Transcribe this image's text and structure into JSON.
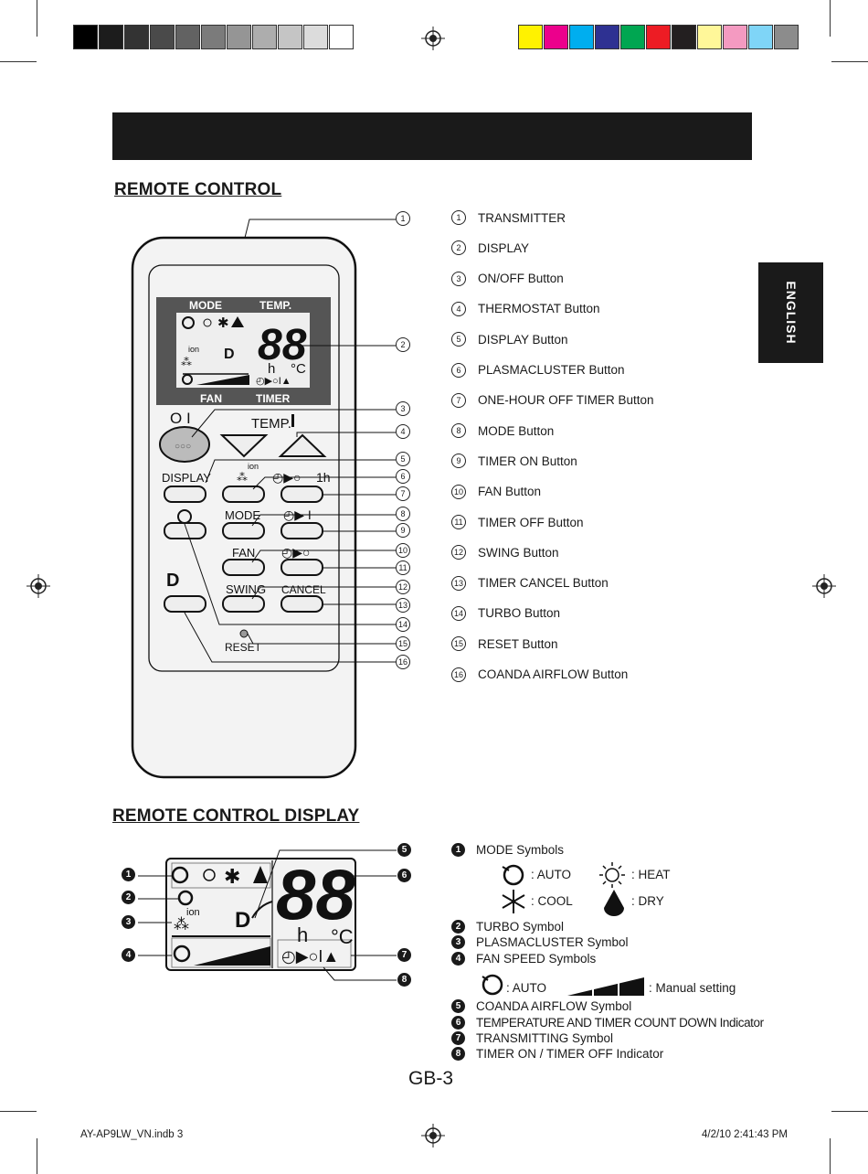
{
  "color_bar_left": [
    "#000000",
    "#1c1c1c",
    "#333333",
    "#4a4a4a",
    "#626262",
    "#7b7b7b",
    "#959595",
    "#adadad",
    "#c5c5c5",
    "#dcdcdc",
    "#ffffff"
  ],
  "color_bar_right": [
    "#fff200",
    "#ec008c",
    "#00aeef",
    "#2e3192",
    "#00a651",
    "#ed1c24",
    "#231f20",
    "#fff799",
    "#f49ac1",
    "#7fd5f7",
    "#8c8c8c"
  ],
  "language_tab": "ENGLISH",
  "section1_title": "REMOTE CONTROL",
  "section2_title": "REMOTE CONTROL DISPLAY",
  "remote": {
    "lcd_mode": "MODE",
    "lcd_temp": "TEMP.",
    "lcd_fan": "FAN",
    "lcd_timer": "TIMER",
    "lcd_digits": "88",
    "lcd_h": "h",
    "lcd_c": "°C",
    "lcd_ion": "ion",
    "onoff": "O I",
    "temp": "TEMP.",
    "display": "DISPLAY",
    "ion": "ion",
    "one_h": "1h",
    "mode": "MODE",
    "fan": "FAN",
    "swing": "SWING",
    "cancel": "CANCEL",
    "reset": "RESET"
  },
  "callout_numbers": [
    "1",
    "2",
    "3",
    "4",
    "5",
    "6",
    "7",
    "8",
    "9",
    "10",
    "11",
    "12",
    "13",
    "14",
    "15",
    "16"
  ],
  "remote_legend": [
    {
      "num": "1",
      "label": "TRANSMITTER"
    },
    {
      "num": "2",
      "label": "DISPLAY"
    },
    {
      "num": "3",
      "label": "ON/OFF Button"
    },
    {
      "num": "4",
      "label": "THERMOSTAT Button"
    },
    {
      "num": "5",
      "label": "DISPLAY Button"
    },
    {
      "num": "6",
      "label": "PLASMACLUSTER Button"
    },
    {
      "num": "7",
      "label": "ONE-HOUR OFF TIMER Button"
    },
    {
      "num": "8",
      "label": "MODE Button"
    },
    {
      "num": "9",
      "label": "TIMER ON Button"
    },
    {
      "num": "10",
      "label": "FAN Button"
    },
    {
      "num": "11",
      "label": "TIMER OFF Button"
    },
    {
      "num": "12",
      "label": "SWING Button"
    },
    {
      "num": "13",
      "label": "TIMER CANCEL Button"
    },
    {
      "num": "14",
      "label": "TURBO Button"
    },
    {
      "num": "15",
      "label": "RESET Button"
    },
    {
      "num": "16",
      "label": "COANDA AIRFLOW Button"
    }
  ],
  "display_callouts": [
    "1",
    "2",
    "3",
    "4",
    "5",
    "6",
    "7",
    "8"
  ],
  "display_legend": [
    {
      "num": "1",
      "label": "MODE Symbols"
    },
    {
      "num": "2",
      "label": "TURBO Symbol"
    },
    {
      "num": "3",
      "label": "PLASMACLUSTER Symbol"
    },
    {
      "num": "4",
      "label": "FAN SPEED Symbols"
    },
    {
      "num": "5",
      "label": "COANDA AIRFLOW  Symbol"
    },
    {
      "num": "6",
      "label": "TEMPERATURE AND TIMER COUNT DOWN Indicator"
    },
    {
      "num": "7",
      "label": "TRANSMITTING Symbol"
    },
    {
      "num": "8",
      "label": "TIMER ON / TIMER OFF Indicator"
    }
  ],
  "mode_symbols": {
    "auto": ": AUTO",
    "heat": ": HEAT",
    "cool": ": COOL",
    "dry": ": DRY"
  },
  "fan_symbols": {
    "auto": ": AUTO",
    "manual": ": Manual setting"
  },
  "page_number": "GB-3",
  "footer_left": "AY-AP9LW_VN.indb   3",
  "footer_right": "4/2/10   2:41:43 PM"
}
